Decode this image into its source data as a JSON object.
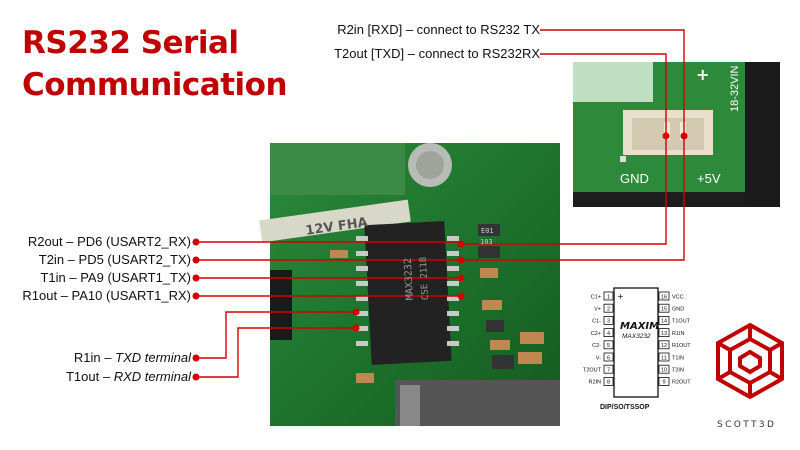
{
  "title": {
    "line1": "RS232 Serial",
    "line2": "Communication"
  },
  "connector_labels": {
    "r2in": "R2in [RXD] – connect to RS232 TX",
    "t2out": "T2out [TXD] – connect to RS232RX",
    "gnd": "GND",
    "v5": "+5V",
    "board_plus": "+",
    "board_side": "18-32VIN"
  },
  "left_labels": [
    {
      "name": "R2out",
      "sep": " – ",
      "rest": "PD6 (USART2_RX)"
    },
    {
      "name": "T2in",
      "sep": " – ",
      "rest": "PD5 (USART2_TX)"
    },
    {
      "name": "T1in",
      "sep": " – ",
      "rest": "PA9 (USART1_TX)"
    },
    {
      "name": "R1out",
      "sep": " – ",
      "rest": "PA10 (USART1_RX)"
    },
    {
      "name": "R1in",
      "sep": " – ",
      "rest": "TXD terminal"
    },
    {
      "name": "T1out",
      "sep": " – ",
      "rest": "RXD terminal"
    }
  ],
  "pcb_text": {
    "silk": "12V FHA",
    "chip": "MAX3232",
    "chip2": "CSE 2118",
    "r1": "103",
    "r2": "E01"
  },
  "pinout": {
    "brand": "MAXIM",
    "part": "MAX3232",
    "package": "DIP/SO/TSSOP",
    "left_pins": [
      {
        "num": "1",
        "label": "C1+"
      },
      {
        "num": "2",
        "label": "V+"
      },
      {
        "num": "3",
        "label": "C1-"
      },
      {
        "num": "4",
        "label": "C2+"
      },
      {
        "num": "5",
        "label": "C2-"
      },
      {
        "num": "6",
        "label": "V-"
      },
      {
        "num": "7",
        "label": "T2OUT"
      },
      {
        "num": "8",
        "label": "R2IN"
      }
    ],
    "right_pins": [
      {
        "num": "16",
        "label": "VCC"
      },
      {
        "num": "15",
        "label": "GND"
      },
      {
        "num": "14",
        "label": "T1OUT"
      },
      {
        "num": "13",
        "label": "R1IN"
      },
      {
        "num": "12",
        "label": "R1OUT"
      },
      {
        "num": "11",
        "label": "T1IN"
      },
      {
        "num": "10",
        "label": "T2IN"
      },
      {
        "num": "9",
        "label": "R2OUT"
      }
    ]
  },
  "logo": {
    "text": "SCOTT3D"
  },
  "colors": {
    "accent": "#c00000",
    "line": "#d40000",
    "pcb": "#1f7a2e"
  }
}
